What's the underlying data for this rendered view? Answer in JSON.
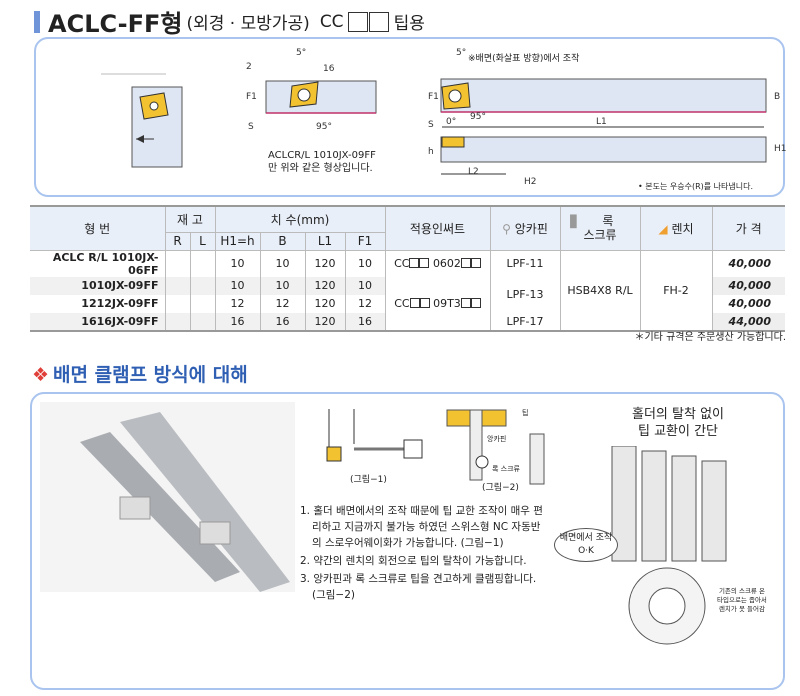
{
  "header": {
    "title_main": "ACLC-FF형",
    "title_sub": "(외경 · 모방가공)",
    "title_cc": "CC",
    "title_tail": "팁용"
  },
  "diagram": {
    "note_operation": "※배면(화살표 방향)에서 조작",
    "same_shape_line1": "ACLCR/L 1010JX-09FF",
    "same_shape_line2": "만 위와 같은 형상입니다.",
    "right_hand_note": "• 본도는 우승수(R)를 나타냅니다.",
    "labels": {
      "angle5": "5°",
      "angle95": "95°",
      "angle0": "0°",
      "dim16": "16",
      "dim2": "2",
      "F1": "F1",
      "S": "S",
      "B": "B",
      "L1": "L1",
      "L2": "L2",
      "H1": "H1",
      "H2": "H2",
      "h": "h"
    }
  },
  "table": {
    "headers": {
      "model": "형 번",
      "stock": "재 고",
      "R": "R",
      "L": "L",
      "dims": "치 수(mm)",
      "H1h": "H1=h",
      "B": "B",
      "L1": "L1",
      "F1": "F1",
      "insert": "적용인써트",
      "pin": "앙카핀",
      "screw": "록\n스크류",
      "screw1": "록",
      "screw2": "스크류",
      "wrench": "렌치",
      "price": "가 격"
    },
    "rows": [
      {
        "model": "ACLC R/L  1010JX-06FF",
        "H1h": "10",
        "B": "10",
        "L1": "120",
        "F1": "10",
        "price": "40,000"
      },
      {
        "model": "1010JX-09FF",
        "H1h": "10",
        "B": "10",
        "L1": "120",
        "F1": "10",
        "price": "40,000"
      },
      {
        "model": "1212JX-09FF",
        "H1h": "12",
        "B": "12",
        "L1": "120",
        "F1": "12",
        "price": "40,000"
      },
      {
        "model": "1616JX-09FF",
        "H1h": "16",
        "B": "16",
        "L1": "120",
        "F1": "16",
        "price": "44,000"
      }
    ],
    "insert_a": {
      "pre": "CC",
      "code": "0602"
    },
    "insert_b": {
      "pre": "CC",
      "code": "09T3"
    },
    "pins": [
      "LPF-11",
      "LPF-13",
      "LPF-17"
    ],
    "screw": "HSB4X8 R/L",
    "wrench": "FH-2",
    "footnote": "＊기타 규격은 주문생산 가능합니다."
  },
  "section": {
    "title": "배면 클램프 방식에 대해",
    "fig1": "(그림−1)",
    "fig2": "(그림−2)",
    "fig2_tip": "팁",
    "fig2_pin": "앙카핀",
    "fig2_screw": "록 스크류",
    "points": [
      "1. 홀더 배면에서의 조작 때문에 팁 교한 조작이 매우 편리하고 지금까지 불가능 하였던 스위스형 NC 자동반의 스로우어웨이화가 가능합니다. (그림−1)",
      "2. 약간의 렌치의 회전으로 팁의 탈착이 가능합니다.",
      "3. 앙카핀과 록 스크류로 팁을 견고하게 클램핑합니다. (그림−2)"
    ],
    "headline1": "홀더의 탈착 없이",
    "headline2": "팁 교환이 간단",
    "bubble1": "배면에서 조작",
    "bubble2": "O·K",
    "caption": [
      "기존의 스크류 온",
      "타입으로는 좁아서",
      "렌치가 못 들어감"
    ]
  }
}
